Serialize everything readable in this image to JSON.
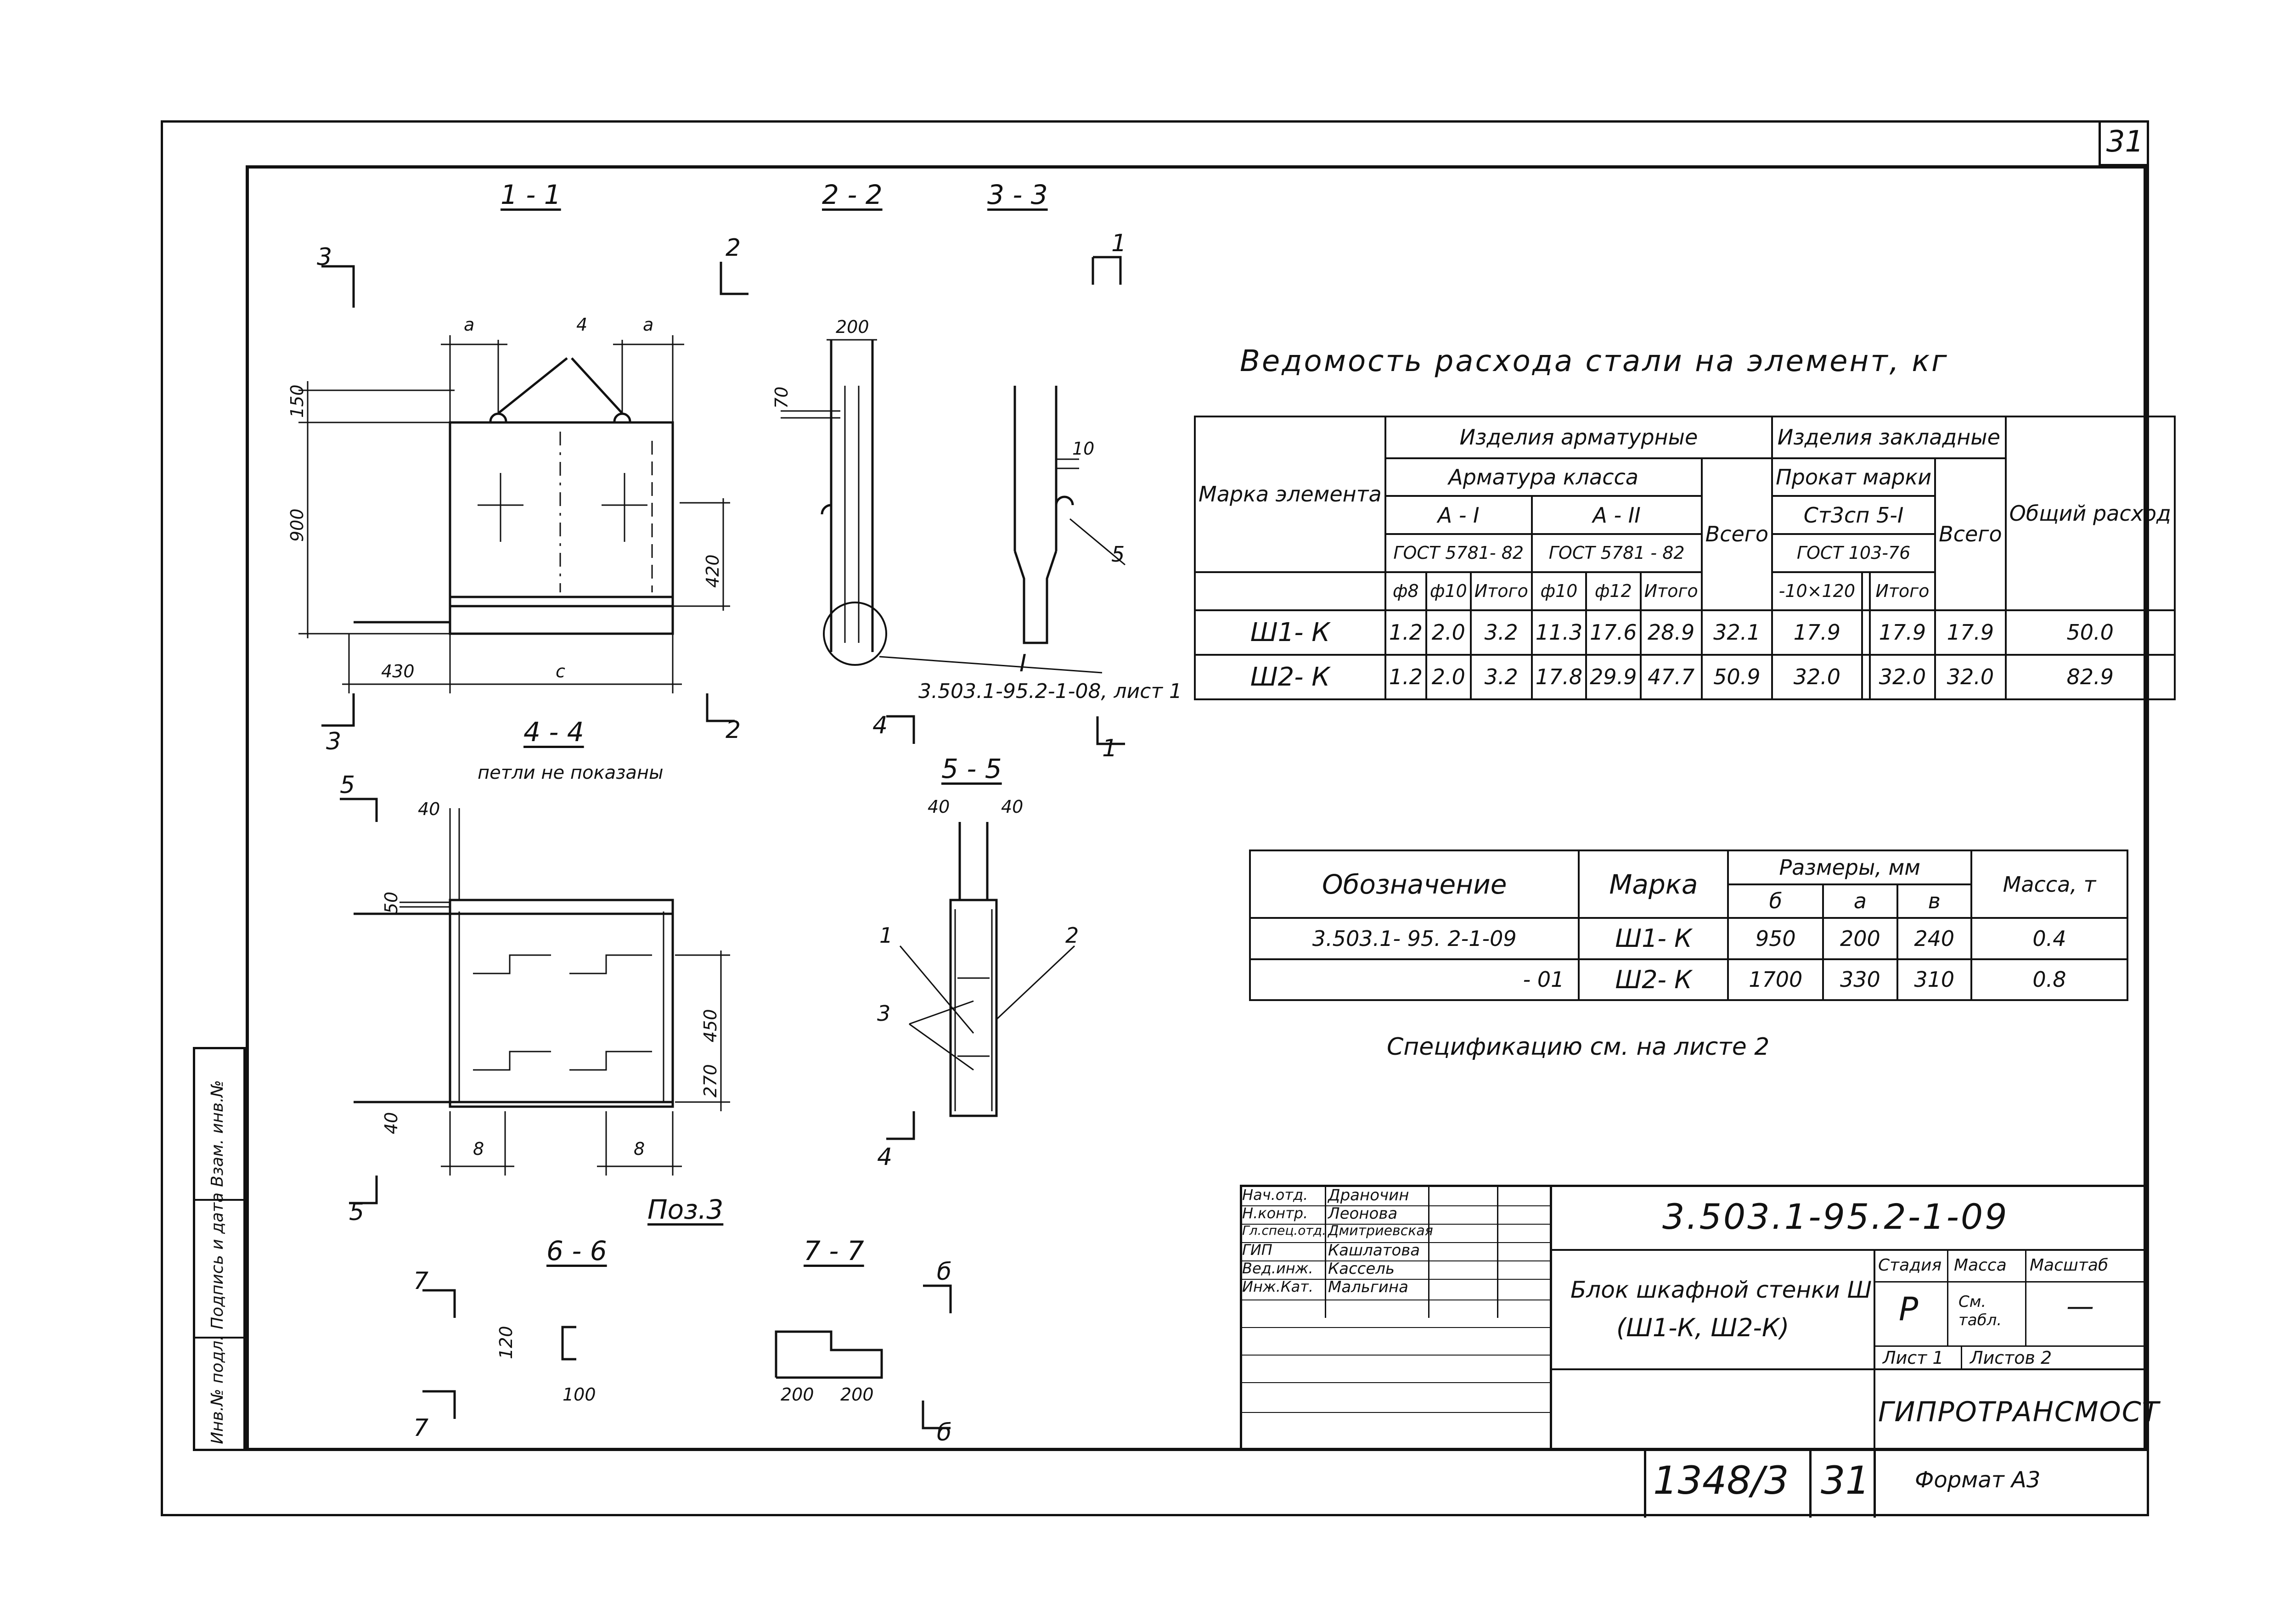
{
  "sheet_number_top": "31",
  "sections": {
    "s11": "1 - 1",
    "s22": "2 - 2",
    "s33": "3 - 3",
    "s44": "4 - 4",
    "s55": "5 - 5",
    "s66": "6 - 6",
    "s77": "7 - 7",
    "pos3": "Поз.3"
  },
  "cut_marks": {
    "m1": "1",
    "m2": "2",
    "m3": "3",
    "m4": "4",
    "m5": "5",
    "m6": "б",
    "m7": "7"
  },
  "notes": {
    "loops_not_shown": "петли не показаны",
    "ref_sheet": "3.503.1-95.2-1-08, лист 1",
    "detail_I": "I",
    "spec_note": "Спецификацию   см. на листе  2"
  },
  "dims": {
    "a": "a",
    "four": "4",
    "c": "c",
    "d430": "430",
    "d150": "150",
    "d900": "900",
    "d420": "420",
    "d200": "200",
    "d70": "70",
    "d10": "10",
    "five": "5",
    "d40": "40",
    "d50": "50",
    "d450": "450",
    "d270": "270",
    "b": "8",
    "one": "1",
    "two": "2",
    "three": "3",
    "d120": "120",
    "d100": "100",
    "d200a": "200",
    "d200b": "200"
  },
  "steel_table": {
    "title": "Ведомость   расхода   стали   на   элемент,  кг",
    "h_mark": "Марка элемента",
    "h_armature": "Изделия   арматурные",
    "h_embedded": "Изделия закладные",
    "h_total_use": "Общий расход",
    "h_arm_class": "Арматура  класса",
    "h_rolled": "Прокат марки",
    "h_AI": "А - I",
    "h_AII": "А - II",
    "h_st": "Ст3сп 5-I",
    "h_vsego1": "Всего",
    "h_vsego2": "Всего",
    "h_gost1": "ГОСТ 5781- 82",
    "h_gost2": "ГОСТ 5781 - 82",
    "h_gost3": "ГОСТ 103-76",
    "h_f8": "ф8",
    "h_f10a": "ф10",
    "h_itogo1": "Итого",
    "h_f10b": "ф10",
    "h_f12": "ф12",
    "h_itogo2": "Итого",
    "h_1012": "-10×120",
    "h_blank": "",
    "h_itogo3": "Итого",
    "rows": [
      [
        "Ш1- К",
        "1.2",
        "2.0",
        "3.2",
        "11.3",
        "17.6",
        "28.9",
        "32.1",
        "17.9",
        "",
        "17.9",
        "17.9",
        "50.0"
      ],
      [
        "Ш2- К",
        "1.2",
        "2.0",
        "3.2",
        "17.8",
        "29.9",
        "47.7",
        "50.9",
        "32.0",
        "",
        "32.0",
        "32.0",
        "82.9"
      ]
    ]
  },
  "dims_table": {
    "h_designation": "Обозначение",
    "h_mark": "Марка",
    "h_sizes": "Размеры,    мм",
    "h_mass": "Масса, т",
    "h_c": "б",
    "h_a": "а",
    "h_b": "в",
    "rows": [
      [
        "3.503.1- 95. 2-1-09",
        "Ш1- К",
        "950",
        "200",
        "240",
        "0.4"
      ],
      [
        "- 01",
        "Ш2- К",
        "1700",
        "330",
        "310",
        "0.8"
      ]
    ]
  },
  "title_block": {
    "doc_code": "3.503.1-95.2-1-09",
    "name_line1": "Блок шкафной стенки Ш",
    "name_line2": "(Ш1-К,  Ш2-К)",
    "stage_h": "Стадия",
    "mass_h": "Масса",
    "scale_h": "Масштаб",
    "stage": "Р",
    "mass": "См. табл.",
    "scale": "—",
    "sheet_h": "Лист 1",
    "sheets_h": "Листов 2",
    "org": "ГИПРОТРАНСМОСТ",
    "roles": [
      "Нач.отд.",
      "Н.контр.",
      "Гл.спец.отд.",
      "ГИП",
      "Вед.инж.",
      "Инж.Кат."
    ],
    "names": [
      "Драночин",
      "Леонова",
      "Дмитриевская",
      "Кашлатова",
      "Кассель",
      "Мальгина"
    ],
    "archive": "1348/3",
    "page": "31",
    "format": "Формат А3"
  },
  "side_stamp": [
    "Инв.№ подл.",
    "Подпись и дата",
    "Взам. инв.№"
  ]
}
